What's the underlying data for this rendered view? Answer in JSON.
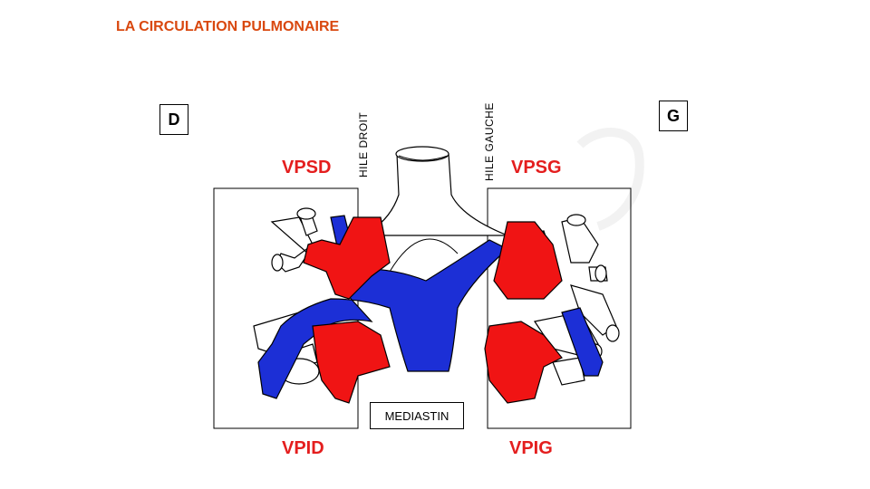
{
  "title": "LA CIRCULATION PULMONAIRE",
  "sides": {
    "right": "D",
    "left": "G"
  },
  "hiles": {
    "right": "HILE DROIT",
    "left": "HILE GAUCHE"
  },
  "veins": {
    "upper_right": "VPSD",
    "upper_left": "VPSG",
    "lower_right": "VPID",
    "lower_left": "VPIG"
  },
  "mediastin": "MEDIASTIN",
  "colors": {
    "title": "#d9480f",
    "label": "#e41e1e",
    "vein": "#f01414",
    "artery": "#1c2fd6",
    "outline": "#000000"
  },
  "icons": [
    "trachea",
    "bronchi",
    "pulmonary-artery",
    "pulmonary-veins"
  ]
}
